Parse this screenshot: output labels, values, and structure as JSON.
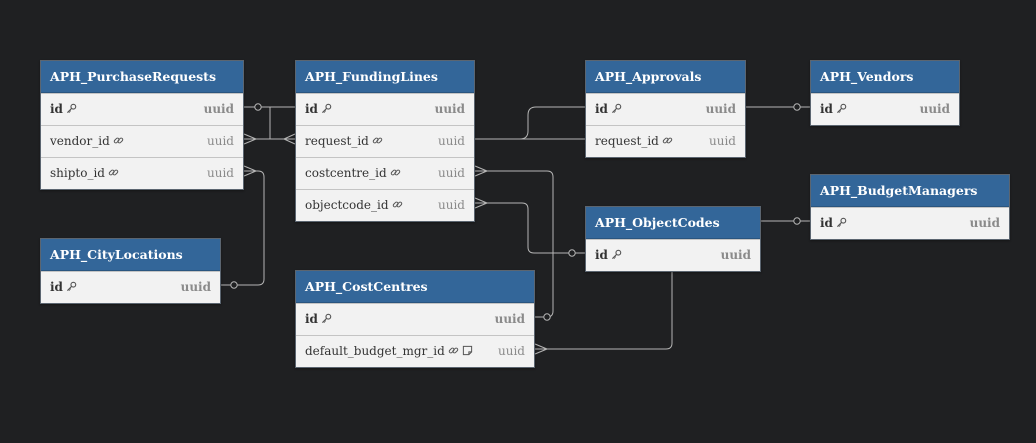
{
  "tables": [
    {
      "key": "purchase_requests",
      "name": "APH_PurchaseRequests",
      "columns": [
        {
          "name": "id",
          "type": "uuid",
          "pk": true,
          "icons": [
            "key-icon"
          ]
        },
        {
          "name": "vendor_id",
          "type": "uuid",
          "pk": false,
          "icons": [
            "link-icon"
          ]
        },
        {
          "name": "shipto_id",
          "type": "uuid",
          "pk": false,
          "icons": [
            "link-icon"
          ]
        }
      ]
    },
    {
      "key": "funding_lines",
      "name": "APH_FundingLines",
      "columns": [
        {
          "name": "id",
          "type": "uuid",
          "pk": true,
          "icons": [
            "key-icon"
          ]
        },
        {
          "name": "request_id",
          "type": "uuid",
          "pk": false,
          "icons": [
            "link-icon"
          ]
        },
        {
          "name": "costcentre_id",
          "type": "uuid",
          "pk": false,
          "icons": [
            "link-icon"
          ]
        },
        {
          "name": "objectcode_id",
          "type": "uuid",
          "pk": false,
          "icons": [
            "link-icon"
          ]
        }
      ]
    },
    {
      "key": "approvals",
      "name": "APH_Approvals",
      "columns": [
        {
          "name": "id",
          "type": "uuid",
          "pk": true,
          "icons": [
            "key-icon"
          ]
        },
        {
          "name": "request_id",
          "type": "uuid",
          "pk": false,
          "icons": [
            "link-icon"
          ]
        }
      ]
    },
    {
      "key": "vendors",
      "name": "APH_Vendors",
      "columns": [
        {
          "name": "id",
          "type": "uuid",
          "pk": true,
          "icons": [
            "key-icon"
          ]
        }
      ]
    },
    {
      "key": "budget_managers",
      "name": "APH_BudgetManagers",
      "columns": [
        {
          "name": "id",
          "type": "uuid",
          "pk": true,
          "icons": [
            "key-icon"
          ]
        }
      ]
    },
    {
      "key": "object_codes",
      "name": "APH_ObjectCodes",
      "columns": [
        {
          "name": "id",
          "type": "uuid",
          "pk": true,
          "icons": [
            "key-icon"
          ]
        }
      ]
    },
    {
      "key": "city_locations",
      "name": "APH_CityLocations",
      "columns": [
        {
          "name": "id",
          "type": "uuid",
          "pk": true,
          "icons": [
            "key-icon"
          ]
        }
      ]
    },
    {
      "key": "cost_centres",
      "name": "APH_CostCentres",
      "columns": [
        {
          "name": "id",
          "type": "uuid",
          "pk": true,
          "icons": [
            "key-icon"
          ]
        },
        {
          "name": "default_budget_mgr_id",
          "type": "uuid",
          "pk": false,
          "icons": [
            "link-icon",
            "note-icon"
          ]
        }
      ]
    }
  ],
  "relationships": [
    {
      "from": "purchase_requests.id",
      "to": "funding_lines.request_id",
      "cardinality": "one-to-many"
    },
    {
      "from": "purchase_requests.vendor_id",
      "to": "vendors.id",
      "cardinality": "many-to-one"
    },
    {
      "from": "purchase_requests.shipto_id",
      "to": "city_locations.id",
      "cardinality": "many-to-one"
    },
    {
      "from": "approvals.request_id",
      "to": "purchase_requests.id",
      "cardinality": "many-to-one"
    },
    {
      "from": "funding_lines.costcentre_id",
      "to": "cost_centres.id",
      "cardinality": "many-to-one"
    },
    {
      "from": "funding_lines.objectcode_id",
      "to": "object_codes.id",
      "cardinality": "many-to-one"
    },
    {
      "from": "cost_centres.default_budget_mgr_id",
      "to": "budget_managers.id",
      "cardinality": "many-to-one"
    }
  ],
  "colors": {
    "background": "#1f2022",
    "header": "#336699",
    "header_text": "#ffffff",
    "row_bg": "#f2f2f2",
    "line": "#b5b5b5",
    "type_text": "#8a8a8a"
  }
}
